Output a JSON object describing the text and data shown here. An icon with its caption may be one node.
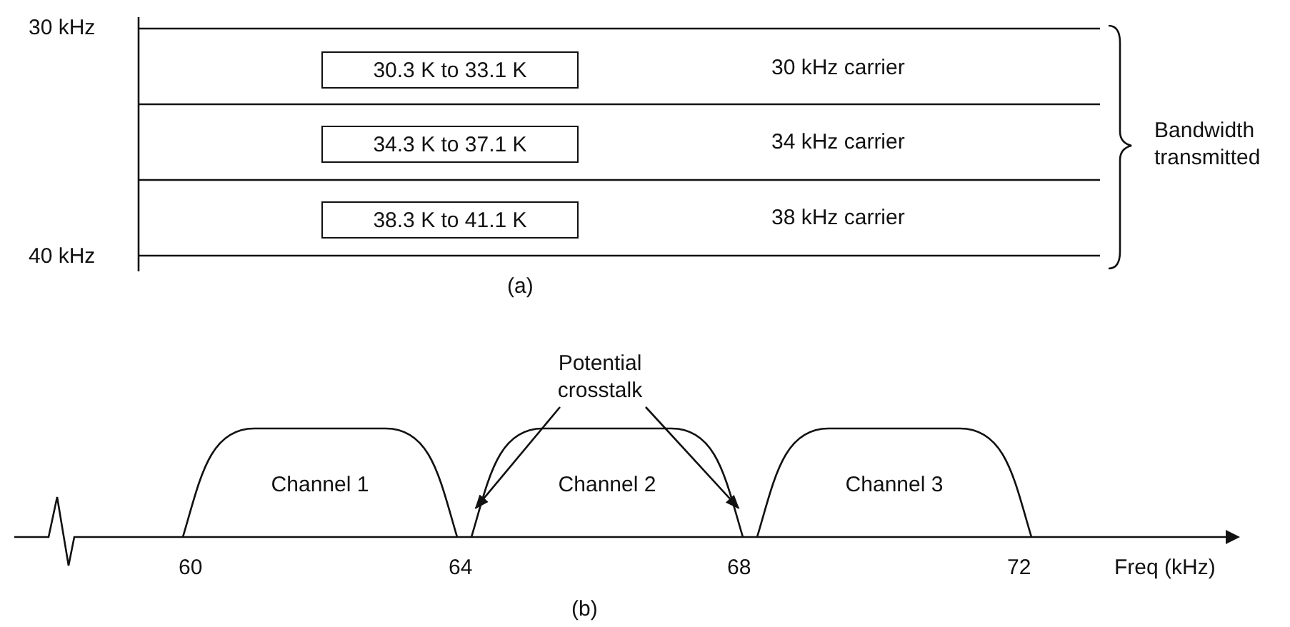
{
  "diagram": {
    "nodes": [
      {
        "text": [
          "30.3 K to 33.1 K"
        ]
      },
      {
        "text": [
          "34.3 K to 37.1 K"
        ]
      },
      {
        "text": [
          "38.3 K to 41.1 K"
        ]
      },
      {
        "text": [
          "Potential crosstalk"
        ]
      },
      {
        "text": [
          "Channel 1"
        ]
      },
      {
        "text": [
          "Channel 2"
        ]
      },
      {
        "text": [
          "Channel 3"
        ]
      }
    ],
    "edges": [
      {
        "from": 3,
        "to": 5,
        "arrow": "to"
      },
      {
        "from": 3,
        "to": 5,
        "arrow": "to"
      }
    ],
    "labels": [
      "30 kHz",
      "30 kHz carrier",
      "Bandwidth transmitted",
      "34 kHz carrier",
      "38 kHz carrier",
      "40 kHz",
      "(a)",
      "60",
      "64",
      "68",
      "72",
      "Freq (kHz)",
      "(b)"
    ]
  }
}
